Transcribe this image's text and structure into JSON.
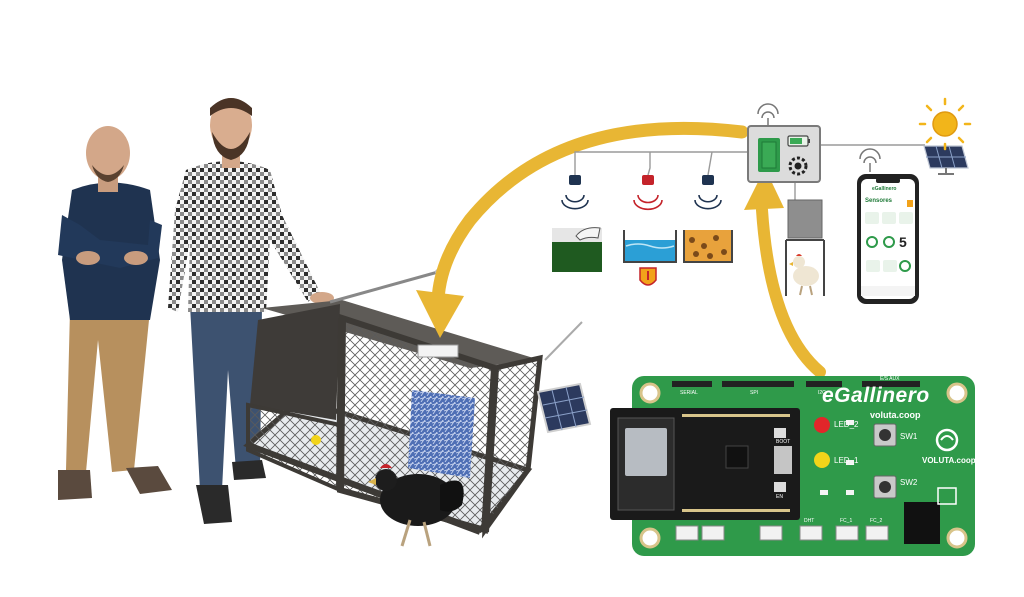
{
  "colors": {
    "background": "#ffffff",
    "arrow": "#e8b634",
    "pcb": "#2f9a4a",
    "pcb_dark": "#1f7a38",
    "esp32": "#1a1a1a",
    "led_red": "#e2262a",
    "led_yellow": "#f2d41a",
    "shirt_blue": "#1f3350",
    "pants_khaki": "#b7905e",
    "coop_frame": "#3d3a36",
    "phone_frame": "#222222"
  },
  "icons": [
    "solar-panel-icon",
    "sun-icon",
    "wifi-icon",
    "gear-icon",
    "battery-icon",
    "shield-icon",
    "hand-touch-icon",
    "water-icon",
    "feed-icon",
    "hen-icon"
  ],
  "pcb": {
    "brand": "eGallinero",
    "brand_sub": "voluta.coop",
    "voluta_logo": "VOLUTA.coop",
    "led2_label": "LED_2",
    "led1_label": "LED_1",
    "sw1_label": "SW1",
    "sw2_label": "SW2",
    "header_labels": [
      "SERIAL",
      "SPI",
      "I2C",
      "E/S AUX"
    ],
    "bottom_labels": [
      "DHT",
      "FC_1",
      "FC_2"
    ],
    "boot_label": "BOOT",
    "en_label": "EN"
  },
  "phone": {
    "app_title": "eGallinero",
    "section_title": "Sensores",
    "big_value": "5"
  }
}
